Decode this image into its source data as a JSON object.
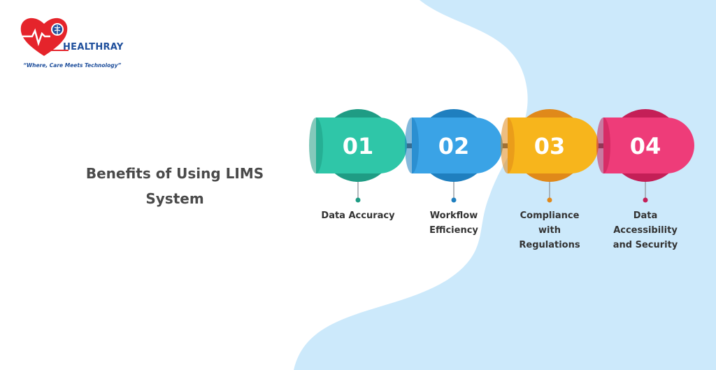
{
  "brand": {
    "name": "HEALTHRAY",
    "tagline": "“Where, Care Meets Technology”",
    "colors": {
      "red": "#e5242b",
      "blue": "#1f4f9c"
    },
    "icon": "heart-caduceus-icon"
  },
  "main": {
    "title": "Benefits of Using LIMS System"
  },
  "steps": [
    {
      "number": "01",
      "label": "Data Accuracy",
      "color": "#2fc6a8",
      "dark": "#1f9c84"
    },
    {
      "number": "02",
      "label": "Workflow Efficiency",
      "color": "#3aa3e6",
      "dark": "#1f7fbf"
    },
    {
      "number": "03",
      "label": "Compliance with Regulations",
      "color": "#f7b51c",
      "dark": "#e0891a"
    },
    {
      "number": "04",
      "label": "Data Accessibility and Security",
      "color": "#ee3c79",
      "dark": "#c41f57"
    }
  ],
  "background": {
    "blob_color": "#cce9fb"
  }
}
